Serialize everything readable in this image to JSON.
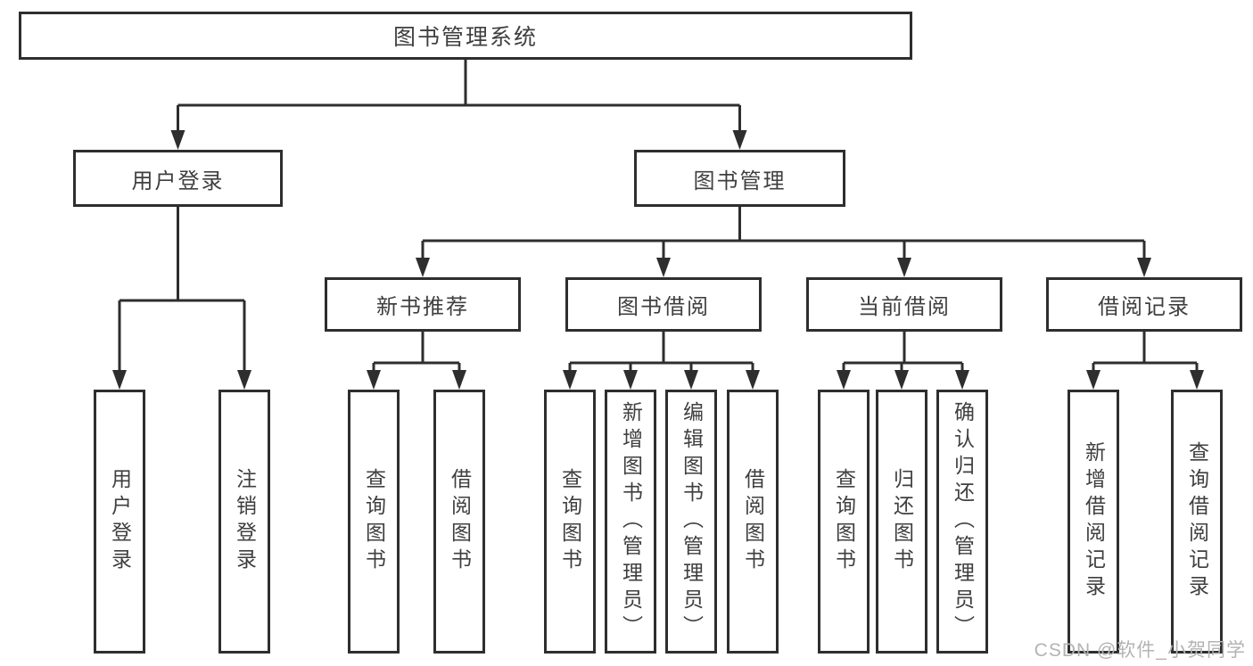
{
  "tree": {
    "label": "图书管理系统",
    "children": [
      {
        "label": "用户登录",
        "children": [
          {
            "label": "用户登录"
          },
          {
            "label": "注销登录"
          }
        ]
      },
      {
        "label": "图书管理",
        "children": [
          {
            "label": "新书推荐",
            "children": [
              {
                "label": "查询图书"
              },
              {
                "label": "借阅图书"
              }
            ]
          },
          {
            "label": "图书借阅",
            "children": [
              {
                "label": "查询图书"
              },
              {
                "label": "新增图书（管理员）"
              },
              {
                "label": "编辑图书（管理员）"
              },
              {
                "label": "借阅图书"
              }
            ]
          },
          {
            "label": "当前借阅",
            "children": [
              {
                "label": "查询图书"
              },
              {
                "label": "归还图书"
              },
              {
                "label": "确认归还（管理员）"
              }
            ]
          },
          {
            "label": "借阅记录",
            "children": [
              {
                "label": "新增借阅记录"
              },
              {
                "label": "查询借阅记录"
              }
            ]
          }
        ]
      }
    ]
  },
  "watermark": "CSDN @软件_小贺同学",
  "colors": {
    "line": "#2e2e2e",
    "text": "#3f3f3f",
    "watermark": "#b3b3b3",
    "box_bg": "#ffffff"
  }
}
